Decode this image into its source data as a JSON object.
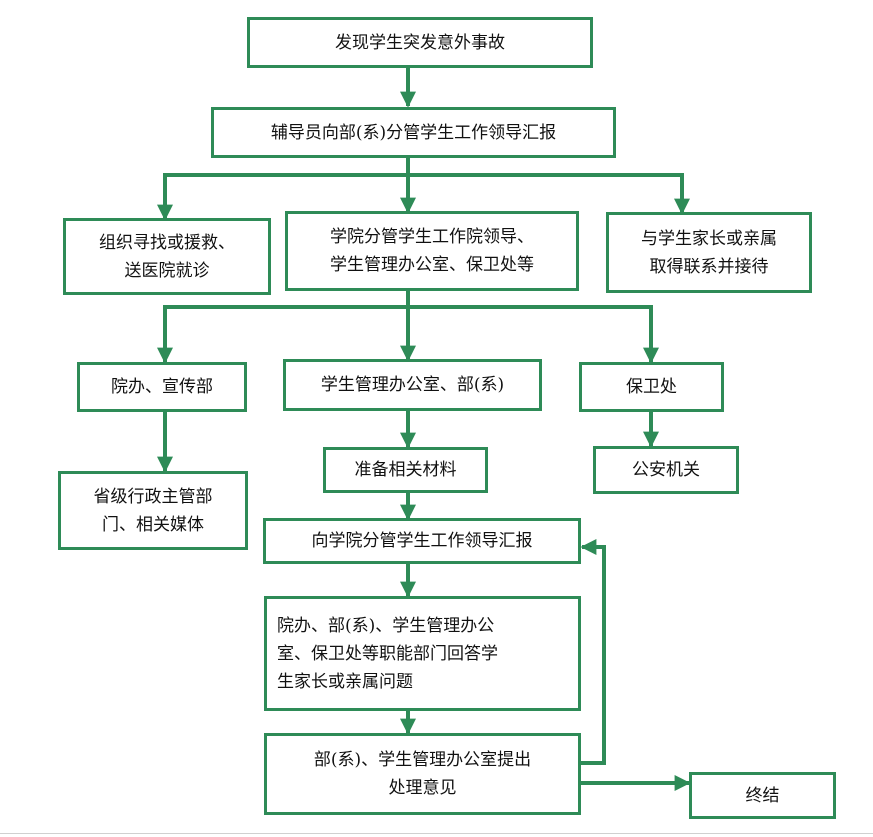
{
  "colors": {
    "border": "#2e8b57",
    "text": "#111111"
  },
  "nodes": {
    "discover": [
      "发现学生突发意外事故"
    ],
    "report_dept": [
      "辅导员向部(系)分管学生工作领导汇报"
    ],
    "rescue": [
      "组织寻找或援救、",
      "送医院就诊"
    ],
    "college_leaders": [
      "学院分管学生工作院领导、",
      "学生管理办公室、保卫处等"
    ],
    "contact_family": [
      "与学生家长或亲属",
      "取得联系并接待"
    ],
    "office_publicity": [
      "院办、宣传部"
    ],
    "student_office_dept": [
      "学生管理办公室、部(系)"
    ],
    "security": [
      "保卫处"
    ],
    "provincial": [
      "省级行政主管部",
      "门、相关媒体"
    ],
    "prepare_materials": [
      "准备相关材料"
    ],
    "police": [
      "公安机关"
    ],
    "report_college": [
      "向学院分管学生工作领导汇报"
    ],
    "answer_family": [
      "院办、部(系)、学生管理办公",
      "室、保卫处等职能部门回答学",
      "生家长或亲属问题"
    ],
    "propose": [
      "部(系)、学生管理办公室提出",
      "处理意见"
    ],
    "end": [
      "终结"
    ]
  }
}
